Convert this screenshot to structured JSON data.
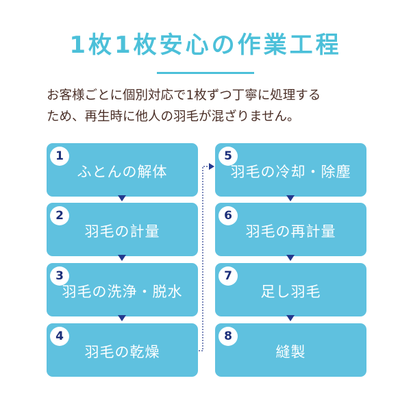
{
  "header": {
    "title": "1枚1枚安心の作業工程"
  },
  "description": {
    "line1": "お客様ごとに個別対応で1枚ずつ丁寧に処理する",
    "line2": "ため、再生時に他人の羽毛が混ざりません。"
  },
  "steps": [
    {
      "number": "1",
      "label": "ふとんの解体"
    },
    {
      "number": "2",
      "label": "羽毛の計量"
    },
    {
      "number": "3",
      "label": "羽毛の洗浄・脱水"
    },
    {
      "number": "4",
      "label": "羽毛の乾燥"
    },
    {
      "number": "5",
      "label": "羽毛の冷却・除塵"
    },
    {
      "number": "6",
      "label": "羽毛の再計量"
    },
    {
      "number": "7",
      "label": "足し羽毛"
    },
    {
      "number": "8",
      "label": "縫製"
    }
  ],
  "colors": {
    "accent": "#4cc0d9",
    "step_fill": "#5fc1df",
    "arrow": "#243a8e",
    "text": "#4a2e26"
  }
}
